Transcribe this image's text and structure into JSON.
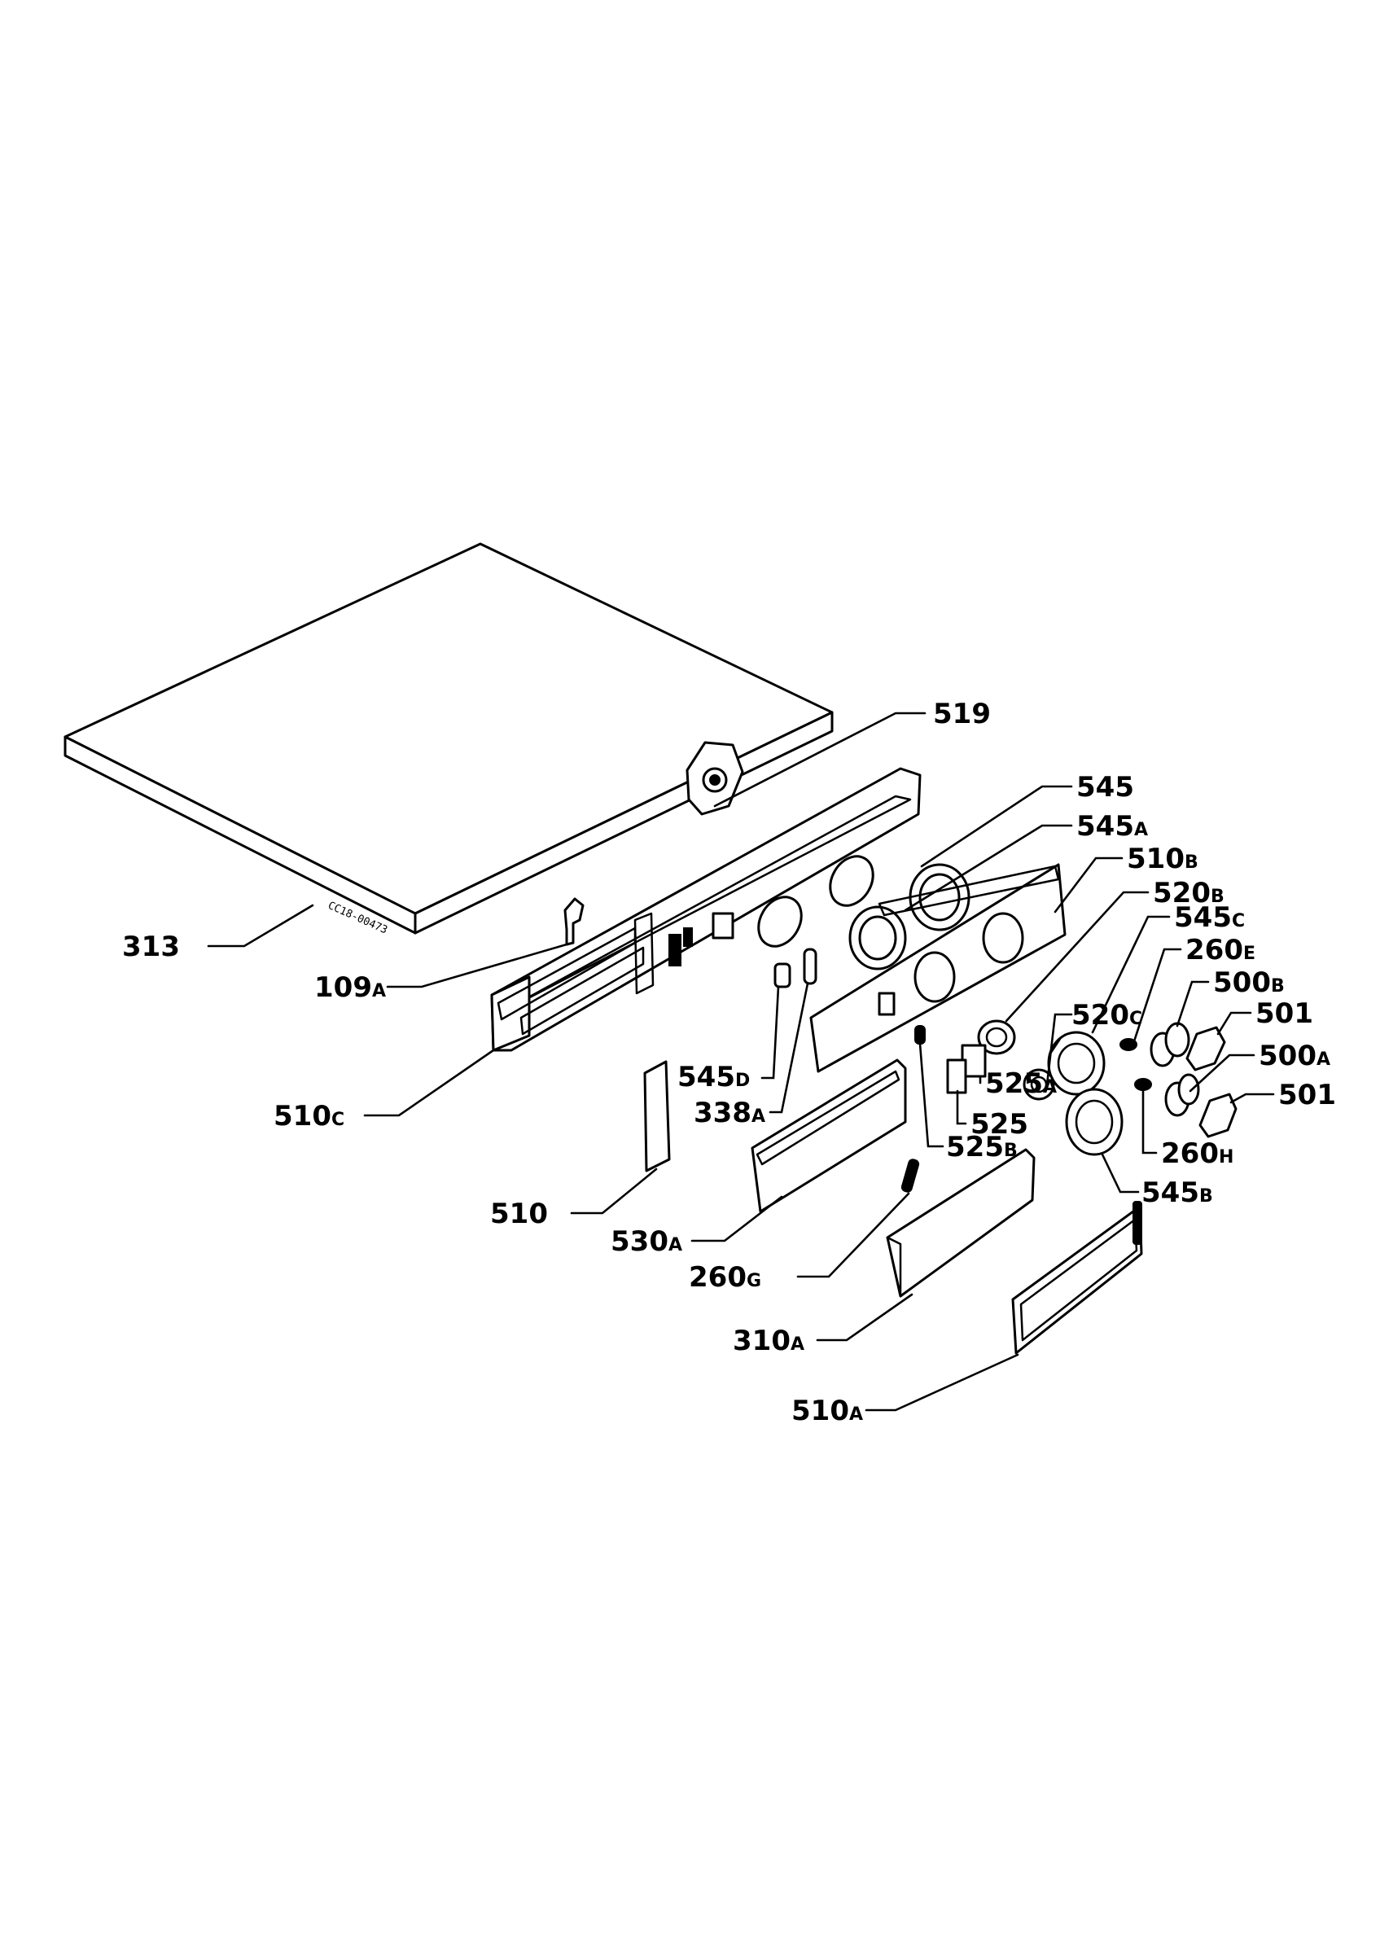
{
  "stamp_text": "CC18-00473",
  "colors": {
    "line": "#000000",
    "background": "#ffffff"
  },
  "callouts": [
    {
      "id": "519",
      "main": "519",
      "suffix": ""
    },
    {
      "id": "545",
      "main": "545",
      "suffix": ""
    },
    {
      "id": "545a",
      "main": "545",
      "suffix": "A"
    },
    {
      "id": "510b",
      "main": "510",
      "suffix": "B"
    },
    {
      "id": "520b",
      "main": "520",
      "suffix": "B"
    },
    {
      "id": "545c",
      "main": "545",
      "suffix": "C"
    },
    {
      "id": "260e",
      "main": "260",
      "suffix": "E"
    },
    {
      "id": "500b",
      "main": "500",
      "suffix": "B"
    },
    {
      "id": "501-upper",
      "main": "501",
      "suffix": ""
    },
    {
      "id": "520c",
      "main": "520",
      "suffix": "C"
    },
    {
      "id": "500a",
      "main": "500",
      "suffix": "A"
    },
    {
      "id": "501-lower",
      "main": "501",
      "suffix": ""
    },
    {
      "id": "525a",
      "main": "525",
      "suffix": "A"
    },
    {
      "id": "525",
      "main": "525",
      "suffix": ""
    },
    {
      "id": "260h",
      "main": "260",
      "suffix": "H"
    },
    {
      "id": "525b",
      "main": "525",
      "suffix": "B"
    },
    {
      "id": "545b",
      "main": "545",
      "suffix": "B"
    },
    {
      "id": "313",
      "main": "313",
      "suffix": ""
    },
    {
      "id": "109a",
      "main": "109",
      "suffix": "A"
    },
    {
      "id": "510c",
      "main": "510",
      "suffix": "C"
    },
    {
      "id": "545d",
      "main": "545",
      "suffix": "D"
    },
    {
      "id": "338a",
      "main": "338",
      "suffix": "A"
    },
    {
      "id": "510",
      "main": "510",
      "suffix": ""
    },
    {
      "id": "530a",
      "main": "530",
      "suffix": "A"
    },
    {
      "id": "260g",
      "main": "260",
      "suffix": "G"
    },
    {
      "id": "310a",
      "main": "310",
      "suffix": "A"
    },
    {
      "id": "510a",
      "main": "510",
      "suffix": "A"
    }
  ]
}
